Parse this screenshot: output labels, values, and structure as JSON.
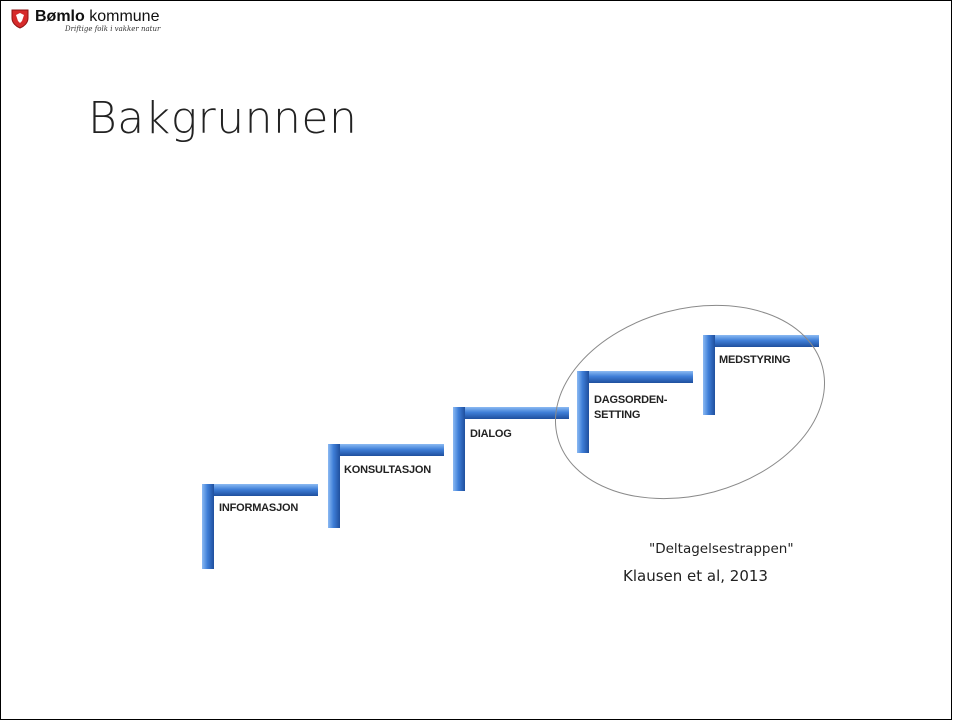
{
  "logo": {
    "name_bold": "Bømlo",
    "name_rest": " kommune",
    "tagline": "Driftige folk i vakker natur"
  },
  "title": "Bakgrunnen",
  "diagram": {
    "steps": [
      {
        "label_lines": [
          "INFORMASJON"
        ]
      },
      {
        "label_lines": [
          "KONSULTASJON"
        ]
      },
      {
        "label_lines": [
          "DIALOG"
        ]
      },
      {
        "label_lines": [
          "DAGSORDEN-",
          "SETTING"
        ]
      },
      {
        "label_lines": [
          "MEDSTYRING"
        ]
      }
    ],
    "highlighted_steps": [
      "DAGSORDEN-SETTING",
      "MEDSTYRING"
    ]
  },
  "caption": {
    "quote": "\"Deltagelsestrappen\"",
    "citation": "Klausen et al, 2013"
  },
  "colors": {
    "step_blue": "#3f7fd8",
    "step_dark": "#1f4f9e",
    "logo_red": "#d62b2b"
  }
}
